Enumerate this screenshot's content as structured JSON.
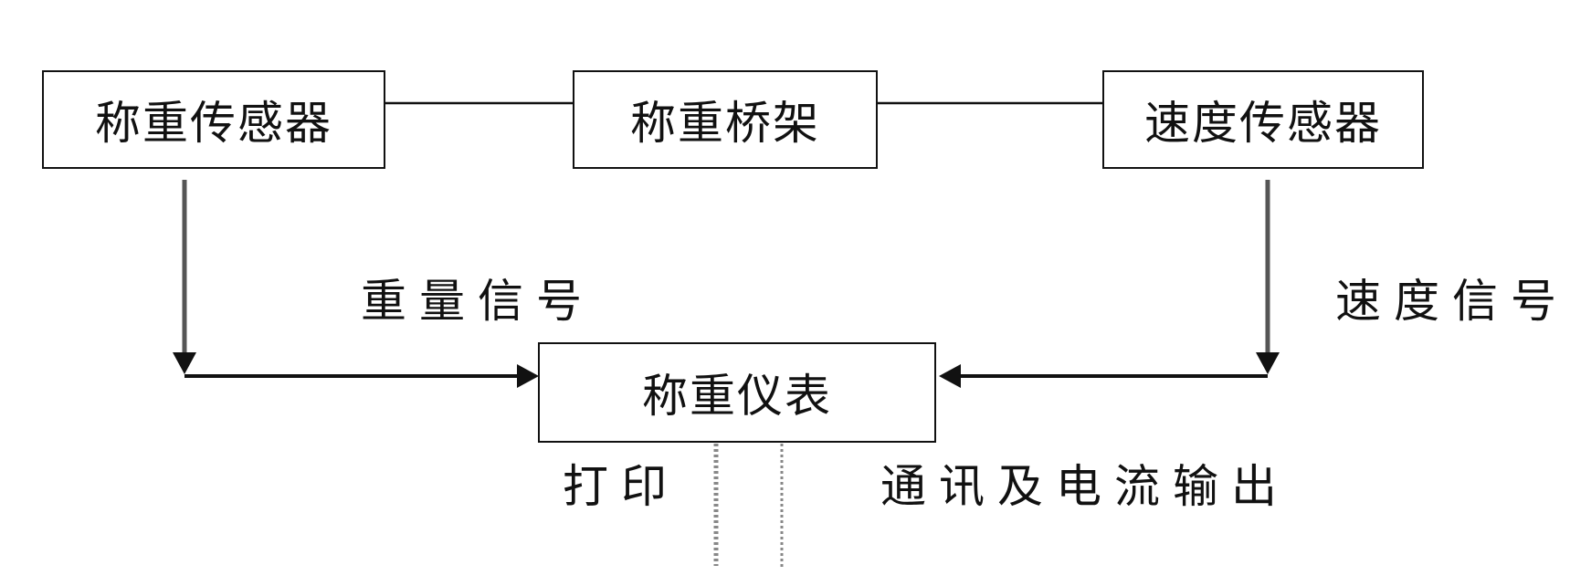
{
  "diagram": {
    "nodes": {
      "weighing_sensor": "称重传感器",
      "weighing_bridge": "称重桥架",
      "speed_sensor": "速度传感器",
      "weighing_instrument": "称重仪表"
    },
    "labels": {
      "weight_signal": "重量信号",
      "speed_signal": "速度信号",
      "print": "打印",
      "comm_current_output": "通讯及电流输出"
    },
    "edges": [
      {
        "from": "称重传感器",
        "to": "称重桥架",
        "style": "line"
      },
      {
        "from": "称重桥架",
        "to": "速度传感器",
        "style": "line"
      },
      {
        "from": "称重传感器",
        "to": "称重仪表",
        "style": "arrow",
        "label": "重量信号"
      },
      {
        "from": "速度传感器",
        "to": "称重仪表",
        "style": "arrow",
        "label": "速度信号"
      },
      {
        "from": "称重仪表",
        "to": "打印",
        "style": "dashed"
      },
      {
        "from": "称重仪表",
        "to": "通讯及电流输出",
        "style": "dashed"
      }
    ]
  },
  "colors": {
    "line": "#111111",
    "shaft": "#555555",
    "dashed": "#888888"
  }
}
